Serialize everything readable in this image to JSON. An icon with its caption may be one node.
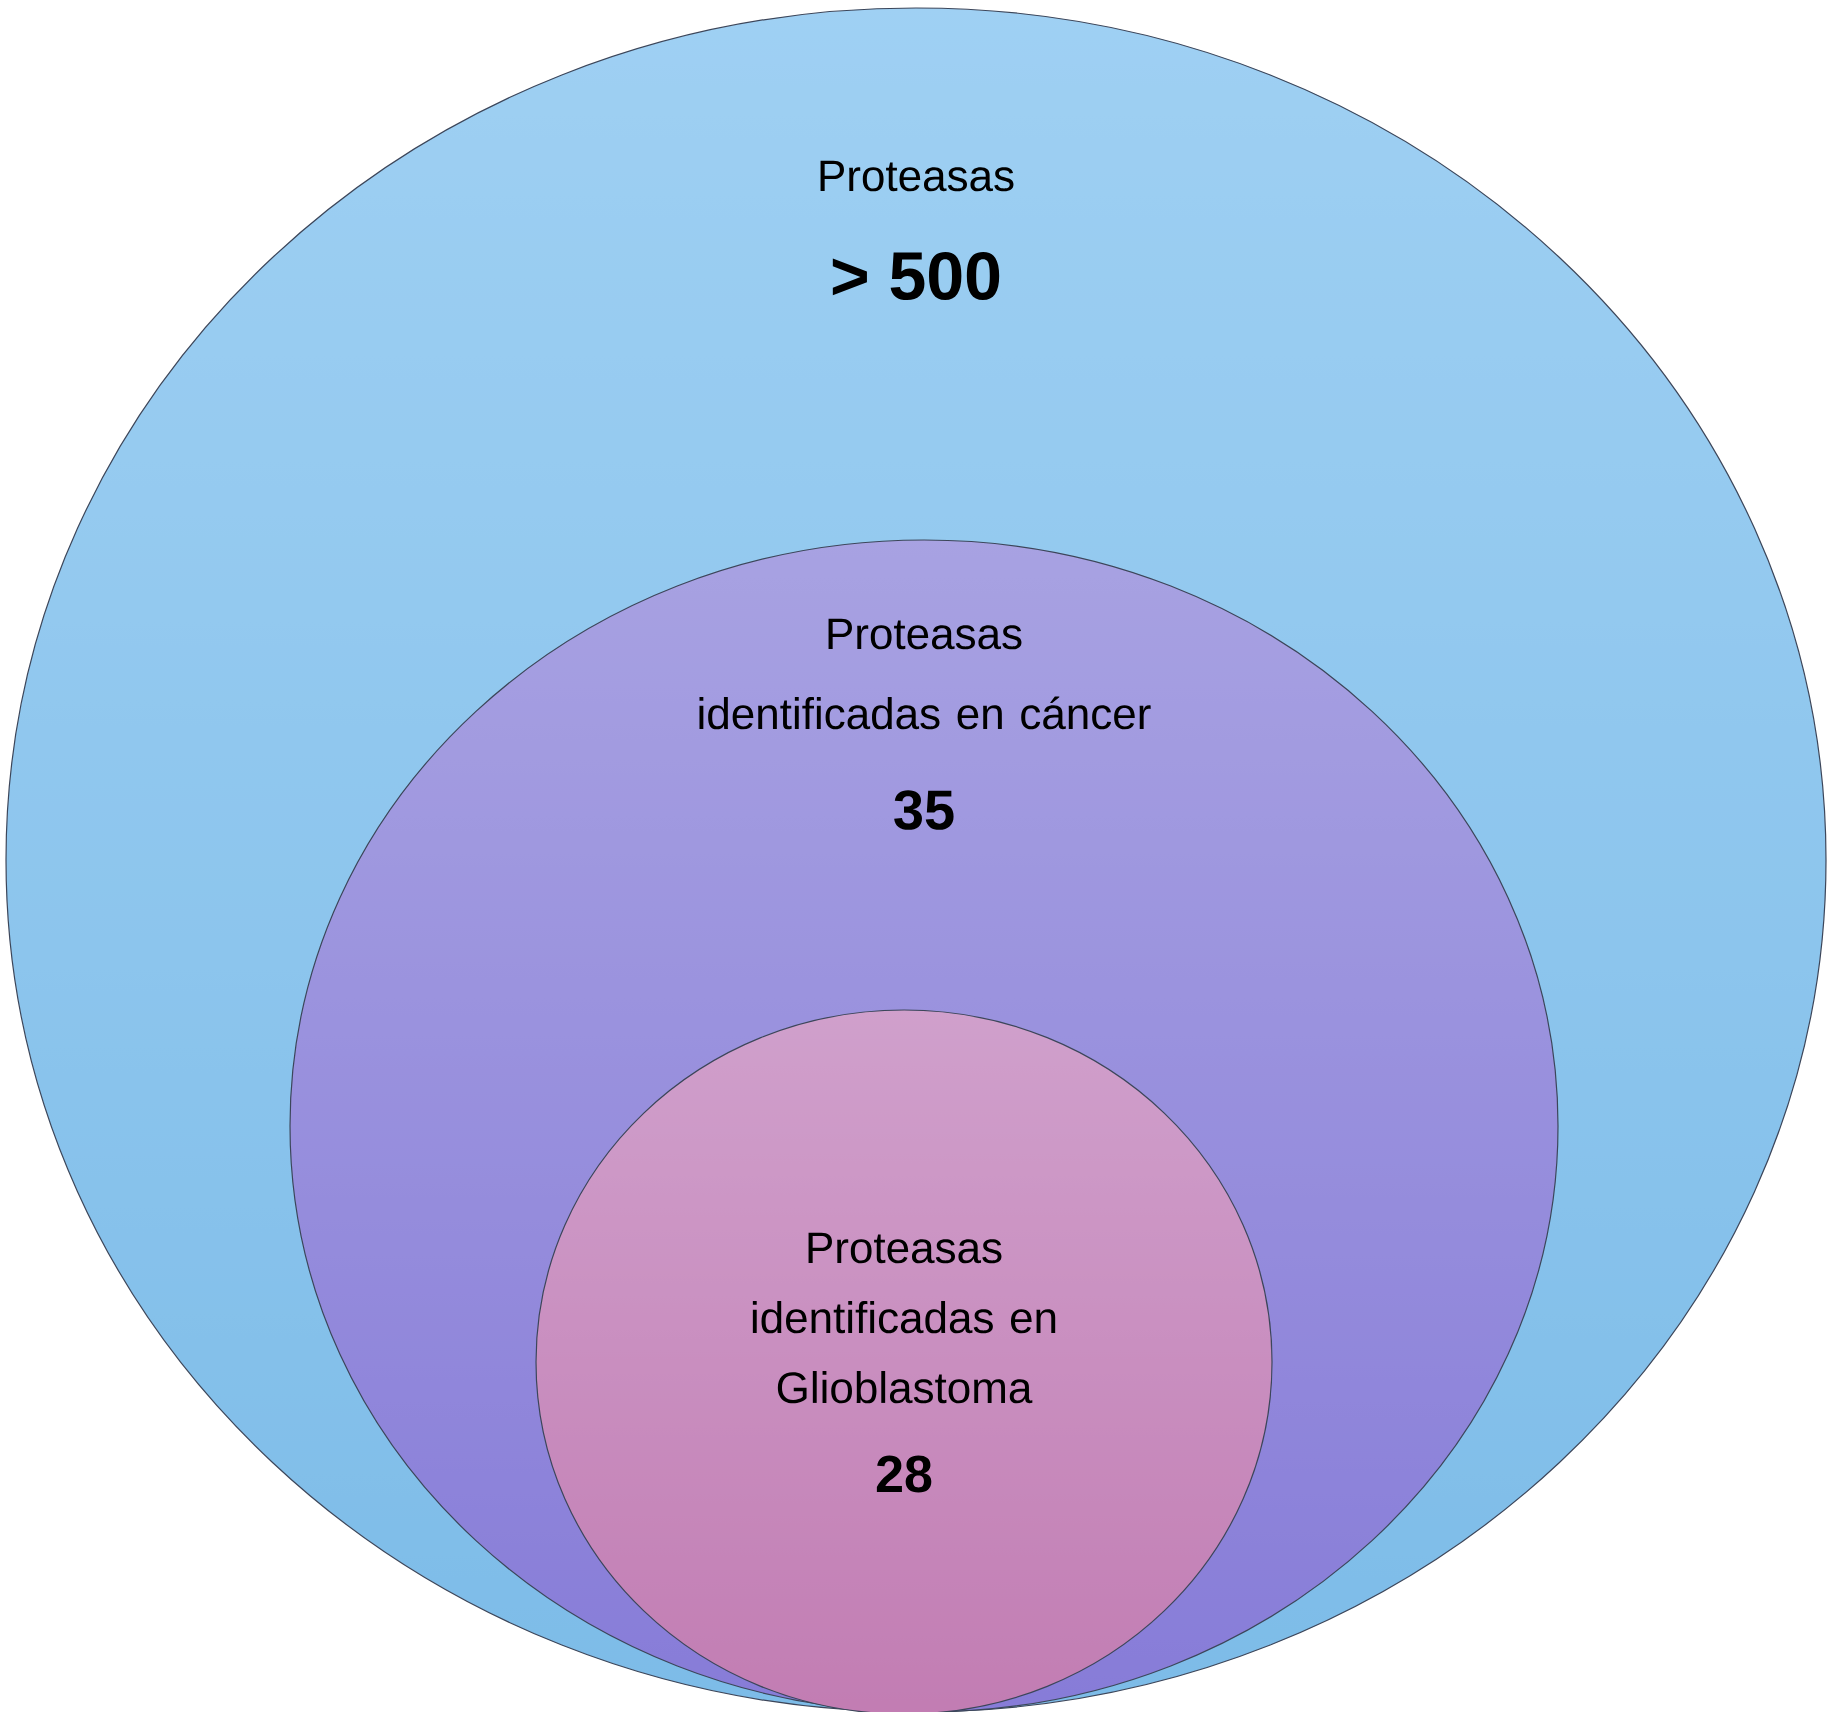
{
  "diagram": {
    "nodes": [
      {
        "text": [
          "Proteasas",
          "> 500"
        ]
      },
      {
        "text": [
          "Proteasas identificadas en cáncer",
          "35"
        ],
        "in": 0
      },
      {
        "text": [
          "Proteasas identificadas en Glioblastoma",
          "28"
        ],
        "in": 1
      }
    ]
  }
}
